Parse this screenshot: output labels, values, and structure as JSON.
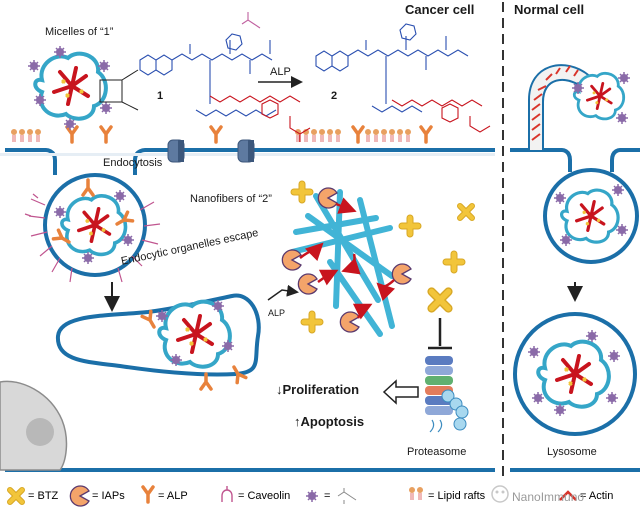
{
  "headers": {
    "cancer": "Cancer cell",
    "normal": "Normal cell"
  },
  "labels": {
    "micelles": "Micelles of “1”",
    "compound1": "1",
    "compound2": "2",
    "alp_arrow": "ALP",
    "endocytosis": "Endocytosis",
    "nanofibers": "Nanofibers of “2”",
    "escape": "Endocytic organelles escape",
    "alp_small": "ALP",
    "proliferation": "Proliferation",
    "apoptosis": "Apoptosis",
    "proteasome": "Proteasome",
    "lysosome": "Lysosome"
  },
  "legend": [
    {
      "icon": "btz-icon",
      "text": "= BTZ"
    },
    {
      "icon": "iap-icon",
      "text": "= IAPs"
    },
    {
      "icon": "alp-icon",
      "text": "= ALP"
    },
    {
      "icon": "caveolin-icon",
      "text": "= Caveolin"
    },
    {
      "icon": "phosphate-icon",
      "text": "="
    },
    {
      "icon": "lipid-raft-icon",
      "text": "= Lipid rafts"
    },
    {
      "icon": "actin-icon",
      "text": "= Actin"
    }
  ],
  "watermark": "NanoImmuno",
  "colors": {
    "membrane": "#1b6fa8",
    "micelle_core": "#c8141e",
    "micelle_shell": "#35a6c8",
    "btz": "#f2c53a",
    "iap": "#f4a46a",
    "alp": "#e8823c",
    "caveolin": "#c0558f",
    "phosphate": "#8a6aa8",
    "fiber": "#41b4d6",
    "actin": "#d9342b"
  }
}
